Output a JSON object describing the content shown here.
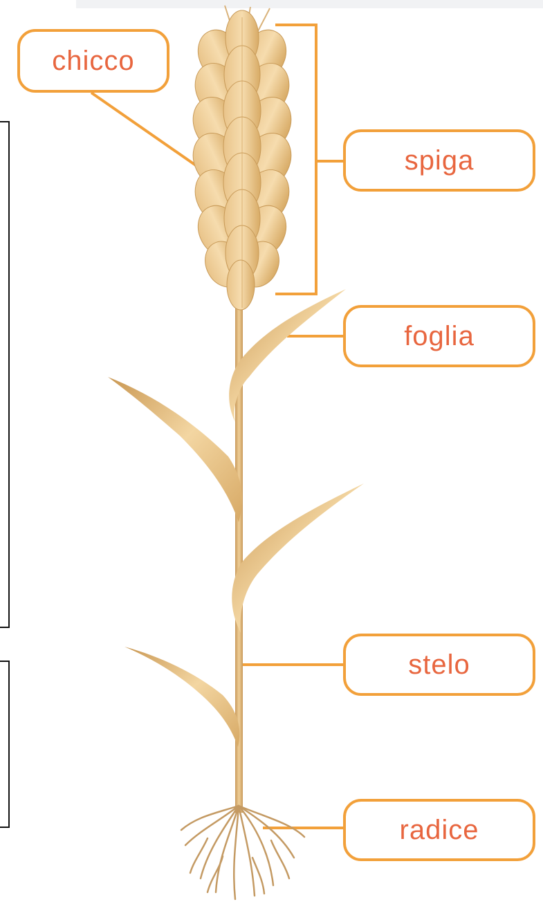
{
  "diagram": {
    "labels": {
      "chicco": "chicco",
      "spiga": "spiga",
      "foglia": "foglia",
      "stelo": "stelo",
      "radice": "radice"
    },
    "colors": {
      "label_text": "#e8663f",
      "connector": "#f2a03a",
      "plant": "#dcae6c",
      "plant_dark": "#b88a4a",
      "plant_light": "#f2d6a4",
      "root": "#c49a63"
    }
  }
}
